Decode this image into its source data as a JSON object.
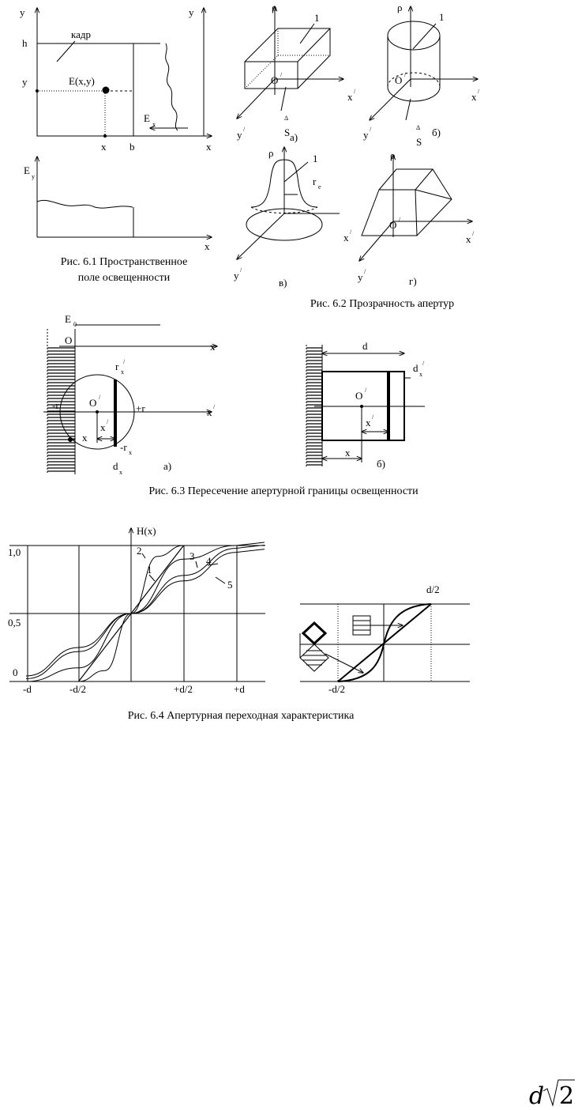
{
  "fig61": {
    "caption1": "Рис. 6.1   Пространственное",
    "caption2": "поле освещенности",
    "y_left": "y",
    "y_right": "y",
    "h": "h",
    "y_mark": "y",
    "kadr": "кадр",
    "point": "E(x,y)",
    "ex": "E",
    "ex_sub": "x",
    "x_mark": "x",
    "b_mark": "b",
    "x_axis": "x",
    "ey": "E",
    "ey_sub": "y",
    "x_axis2": "x"
  },
  "fig62": {
    "caption": "Рис. 6.2   Прозрачность апертур",
    "rho": "ρ",
    "one": "1",
    "origin": "O",
    "prime": "/",
    "xp": "x",
    "yp": "y",
    "delta": "Δ",
    "s": "S",
    "a": "а)",
    "b": "б)",
    "v": "в)",
    "g": "г)",
    "re": "r",
    "re_sub": "e"
  },
  "fig63": {
    "caption": "Рис. 6.3   Пересечение апертурной границы освещенности",
    "e0": "E",
    "e0_sub": "0",
    "o": "O",
    "x": "x",
    "rx": "r",
    "rx_sub": "x",
    "minus_r": "-r",
    "plus_r": "+r",
    "origin": "O",
    "xp": "x",
    "xp2": "x",
    "x_low": "x",
    "minus_rx": "-r",
    "dx": "d",
    "dx_sub": "x",
    "a": "а)",
    "d": "d",
    "b": "б)",
    "prime": "/"
  },
  "fig64": {
    "caption": "Рис. 6.4   Апертурная переходная характеристика",
    "hx": "H(x)",
    "y1": "1,0",
    "y05": "0,5",
    "y0": "0",
    "xm_d": "-d",
    "xm_d2": "-d/2",
    "xp_d2": "+d/2",
    "xp_d": "+d",
    "c1": "1",
    "c2": "2",
    "c3": "3",
    "c4": "4",
    "c5": "5",
    "r_d2": "d/2",
    "r_md2": "-d/2"
  },
  "chart_data": {
    "type": "line",
    "title": "",
    "xlabel": "",
    "ylabel": "H(x)",
    "xlim": [
      "-d",
      "+d"
    ],
    "ylim": [
      0,
      1.0
    ],
    "x_ticks": [
      "-d",
      "-d/2",
      "+d/2",
      "+d"
    ],
    "y_ticks": [
      "0",
      "0,5",
      "1,0"
    ],
    "series": [
      {
        "name": "1",
        "x": [
          -0.5,
          0.5
        ],
        "y": [
          0,
          1.0
        ]
      },
      {
        "name": "2",
        "x": [
          -0.5,
          -0.25,
          0,
          0.25,
          0.5
        ],
        "y": [
          0,
          0.08,
          0.5,
          0.92,
          1.0
        ]
      },
      {
        "name": "3",
        "x": [
          -1.0,
          -0.5,
          0,
          0.5,
          1.0
        ],
        "y": [
          0,
          0.1,
          0.5,
          0.9,
          1.0
        ]
      },
      {
        "name": "4",
        "x": [
          -1.0,
          -0.5,
          0,
          0.5,
          1.0
        ],
        "y": [
          0.02,
          0.22,
          0.5,
          0.78,
          0.98
        ]
      },
      {
        "name": "5",
        "x": [
          -1.0,
          -0.5,
          0,
          0.5,
          1.0
        ],
        "y": [
          0.04,
          0.25,
          0.5,
          0.74,
          0.95
        ]
      }
    ]
  },
  "formula": {
    "d": "d",
    "two": "2"
  }
}
